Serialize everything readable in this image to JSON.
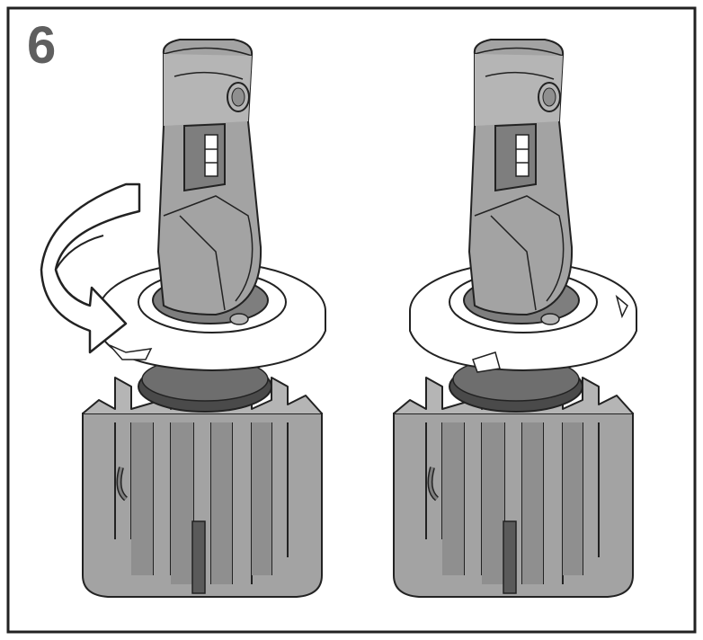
{
  "step": {
    "number": "6"
  },
  "colors": {
    "border": "#222222",
    "step_number": "#5f5f5f",
    "bulb_body": "#a3a3a3",
    "bulb_light": "#b5b5b5",
    "bulb_dark": "#7e7e7e",
    "collar": "#ffffff",
    "rubber_ring": "#4a4a4a",
    "arrow_fill": "#ffffff"
  },
  "panels": [
    {
      "id": "before",
      "rotation_arrow": true,
      "ring_tab": "front-left"
    },
    {
      "id": "after",
      "rotation_arrow": false,
      "ring_tab": "front-right"
    }
  ]
}
